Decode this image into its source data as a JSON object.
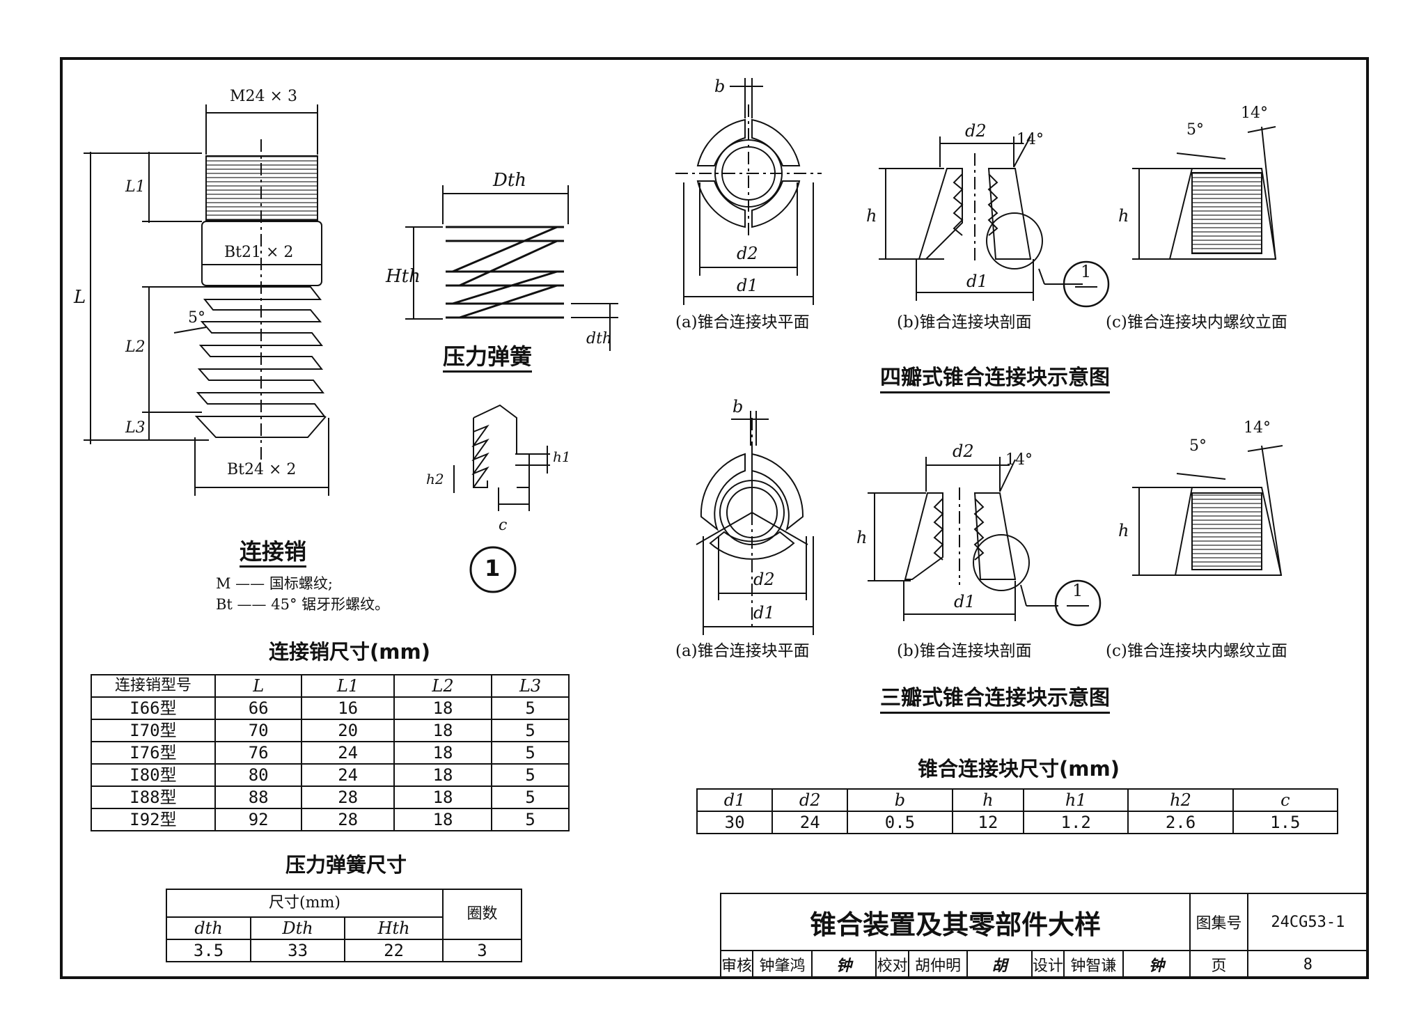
{
  "pin": {
    "dim_top": "M24 × 3",
    "dim_mid": "Bt21 × 2",
    "dim_bottom": "Bt24 × 2",
    "label_L": "L",
    "label_L1": "L1",
    "label_L2": "L2",
    "label_L3": "L3",
    "angle": "5°",
    "title": "连接销",
    "note1": "M —— 国标螺纹;",
    "note2": "Bt —— 45° 锯牙形螺纹。"
  },
  "spring": {
    "label_D": "Dth",
    "label_H": "Hth",
    "label_d": "dth",
    "title": "压力弹簧"
  },
  "detail": {
    "h1": "h1",
    "h2": "h2",
    "c": "c",
    "mark": "1"
  },
  "pin_table": {
    "title": "连接销尺寸(mm)",
    "headers": [
      "连接销型号",
      "L",
      "L1",
      "L2",
      "L3"
    ],
    "rows": [
      [
        "I66型",
        "66",
        "16",
        "18",
        "5"
      ],
      [
        "I70型",
        "70",
        "20",
        "18",
        "5"
      ],
      [
        "I76型",
        "76",
        "24",
        "18",
        "5"
      ],
      [
        "I80型",
        "80",
        "24",
        "18",
        "5"
      ],
      [
        "I88型",
        "88",
        "28",
        "18",
        "5"
      ],
      [
        "I92型",
        "92",
        "28",
        "18",
        "5"
      ]
    ]
  },
  "spring_table": {
    "title": "压力弹簧尺寸",
    "header_group": "尺寸(mm)",
    "header_turns": "圈数",
    "headers": [
      "dth",
      "Dth",
      "Hth"
    ],
    "values": [
      "3.5",
      "33",
      "22",
      "3"
    ]
  },
  "four_petal": {
    "caption_a": "(a)锥合连接块平面",
    "caption_b": "(b)锥合连接块剖面",
    "caption_c": "(c)锥合连接块内螺纹立面",
    "title": "四瓣式锥合连接块示意图",
    "b": "b",
    "d1": "d1",
    "d2": "d2",
    "h": "h",
    "a14": "14°",
    "a5": "5°",
    "mark": "1"
  },
  "three_petal": {
    "caption_a": "(a)锥合连接块平面",
    "caption_b": "(b)锥合连接块剖面",
    "caption_c": "(c)锥合连接块内螺纹立面",
    "title": "三瓣式锥合连接块示意图",
    "b": "b",
    "d1": "d1",
    "d2": "d2",
    "h": "h",
    "a14": "14°",
    "a5": "5°",
    "mark": "1"
  },
  "block_table": {
    "title": "锥合连接块尺寸(mm)",
    "headers": [
      "d1",
      "d2",
      "b",
      "h",
      "h1",
      "h2",
      "c"
    ],
    "values": [
      "30",
      "24",
      "0.5",
      "12",
      "1.2",
      "2.6",
      "1.5"
    ]
  },
  "title_block": {
    "title": "锥合装置及其零部件大样",
    "atlas_label": "图集号",
    "atlas_no": "24CG53-1",
    "review_label": "审核",
    "reviewer": "钟肇鸿",
    "check_label": "校对",
    "checker": "胡仲明",
    "design_label": "设计",
    "designer": "钟智谦",
    "page_label": "页",
    "page_no": "8"
  }
}
